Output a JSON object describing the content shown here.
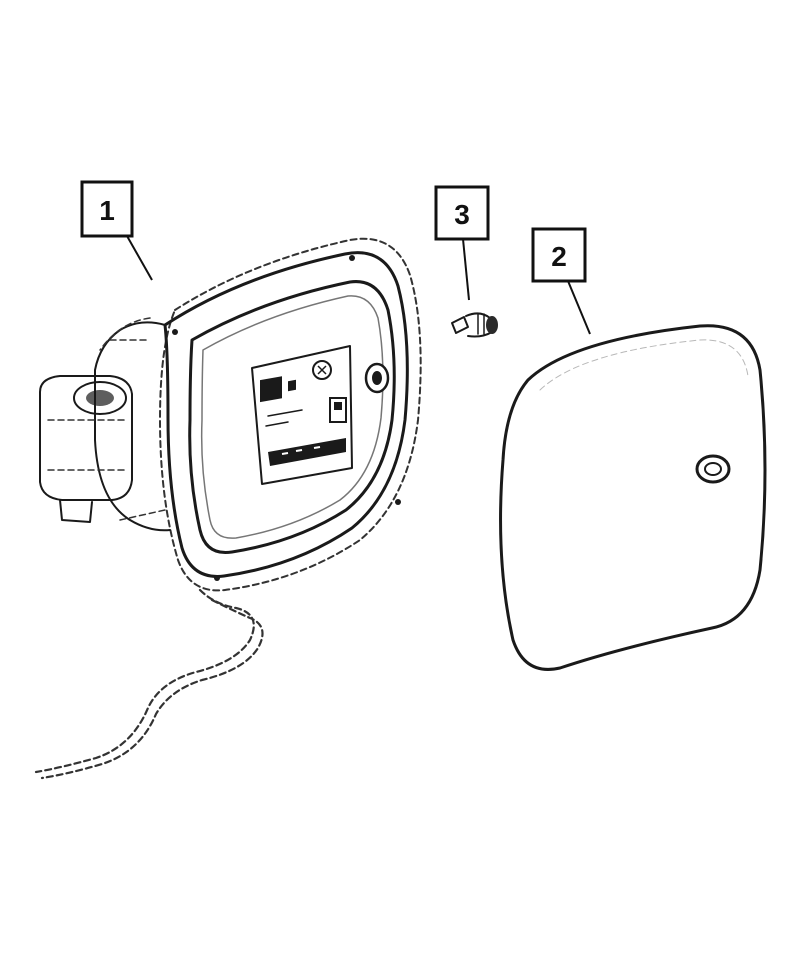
{
  "diagram": {
    "callouts": [
      {
        "id": "1",
        "label": "1"
      },
      {
        "id": "2",
        "label": "2"
      },
      {
        "id": "3",
        "label": "3"
      }
    ],
    "parts": [
      {
        "callout": "1",
        "name": "fuel-filler-housing-icon"
      },
      {
        "callout": "2",
        "name": "fuel-filler-door-icon"
      },
      {
        "callout": "3",
        "name": "fastener-screw-icon"
      }
    ],
    "colors": {
      "line": "#1a1a1a",
      "background": "#ffffff"
    }
  }
}
